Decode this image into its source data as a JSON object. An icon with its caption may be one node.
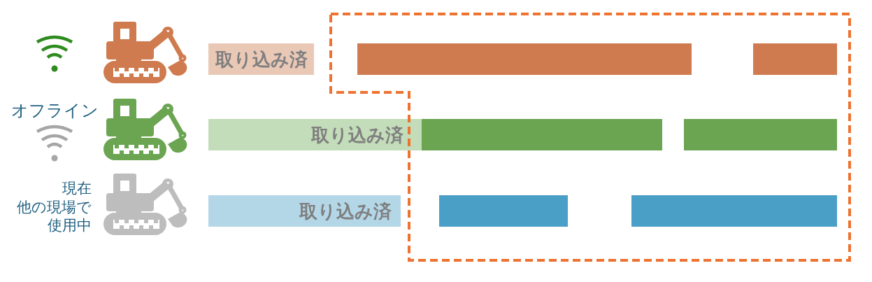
{
  "diagram": {
    "nodes": [
      {
        "text": [
          "取り込み済"
        ]
      },
      {
        "text": [],
        "shape": "bar"
      },
      {
        "text": [],
        "shape": "bar"
      },
      {
        "text": [
          "取り込み済"
        ]
      },
      {
        "text": [],
        "shape": "bar"
      },
      {
        "text": [],
        "shape": "bar"
      },
      {
        "text": [
          "取り込み済"
        ]
      },
      {
        "text": [],
        "shape": "bar"
      },
      {
        "text": [],
        "shape": "bar"
      }
    ],
    "labels": [
      "オフライン",
      "現在他の現場で使用中"
    ]
  }
}
